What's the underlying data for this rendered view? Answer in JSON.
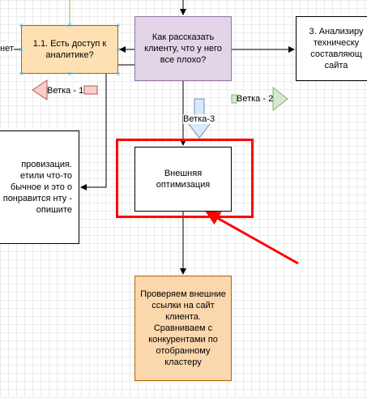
{
  "nodes": {
    "access": "1.1. Есть доступ к аналитике?",
    "how_to_tell": "Как рассказать клиенту, что у него все плохо?",
    "analyze": "3. Анализиру техническу составляющ сайта",
    "improv": "провизация. етили что-то бычное и это о понравится нту - опишите",
    "external": "Внешняя оптимизация",
    "check_links": "Проверяем внешние ссылки на сайт клиента. Сравниваем с конкурентами по отобранному кластеру"
  },
  "labels": {
    "net": "нет",
    "branch1": "Ветка - 1",
    "branch2": "Ветка - 2",
    "branch3": "Ветка-3"
  },
  "colors": {
    "selection_handle": "#29b6f2",
    "highlight": "#ff0000",
    "access_fill": "#ffe0b2",
    "how_fill": "#e1d5e7",
    "check_fill": "#fad7ac"
  }
}
